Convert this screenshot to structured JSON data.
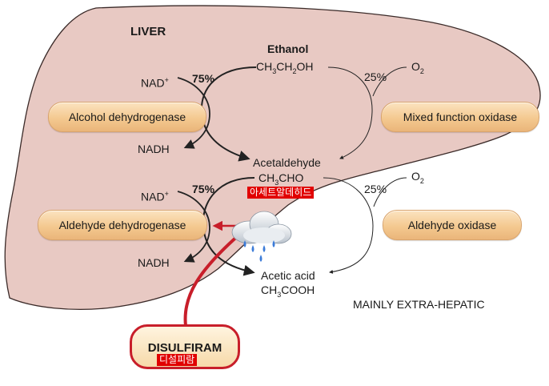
{
  "organ_label": "LIVER",
  "metabolites": {
    "ethanol": {
      "name": "Ethanol",
      "formula_parts": [
        "CH",
        "3",
        "CH",
        "2",
        "OH"
      ]
    },
    "acetaldehyde": {
      "name": "Acetaldehyde",
      "formula_parts": [
        "CH",
        "3",
        "CHO"
      ],
      "korean": "아세트알데히드"
    },
    "acetic_acid": {
      "name": "Acetic acid",
      "formula_parts": [
        "CH",
        "3",
        "COOH"
      ]
    }
  },
  "cofactors": {
    "nad_plus": "NAD",
    "nad_plus_sup": "+",
    "nadh": "NADH",
    "oxygen": "O",
    "oxygen_sub": "2"
  },
  "enzymes": {
    "alcohol_dehydrogenase": "Alcohol dehydrogenase",
    "mixed_function_oxidase": "Mixed function oxidase",
    "aldehyde_dehydrogenase": "Aldehyde dehydrogenase",
    "aldehyde_oxidase": "Aldehyde oxidase"
  },
  "percentages": {
    "step1_left": "75%",
    "step1_right": "25%",
    "step2_left": "75%",
    "step2_right": "25%"
  },
  "region_note": "MAINLY EXTRA-HEPATIC",
  "inhibitor": {
    "name": "DISULFIRAM",
    "korean": "디설피람"
  },
  "colors": {
    "liver_fill": "#e8c9c3",
    "liver_stroke": "#3a2a28",
    "arrow": "#222222",
    "inhibition": "#c81e2a",
    "korean_label_bg": "#e10000"
  }
}
